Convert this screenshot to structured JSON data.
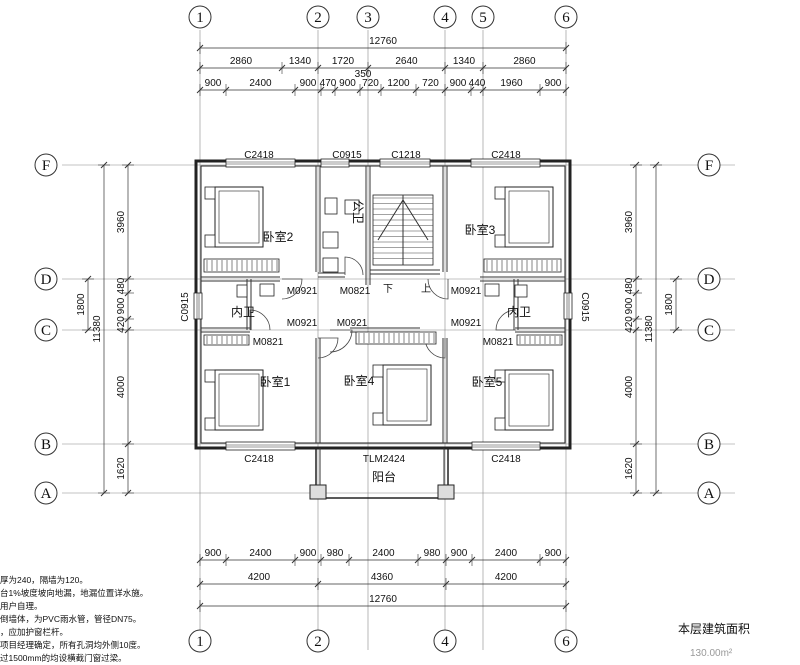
{
  "axes": {
    "vertical": [
      "1",
      "2",
      "3",
      "4",
      "5",
      "6"
    ],
    "vertical_bottom": [
      "1",
      "2",
      "4",
      "6"
    ],
    "horizontal": [
      "F",
      "D",
      "C",
      "B",
      "A"
    ]
  },
  "top_dims": {
    "total": "12760",
    "row1": [
      "2860",
      "1340",
      "1720",
      "2640",
      "1340",
      "2860"
    ],
    "extra": "350",
    "row2": [
      "900",
      "2400",
      "900",
      "470",
      "900",
      "720",
      "1200",
      "720",
      "900",
      "440",
      "1960",
      "900"
    ]
  },
  "bottom_dims": {
    "row1": [
      "900",
      "2400",
      "900",
      "980",
      "2400",
      "980",
      "900",
      "2400",
      "900"
    ],
    "row2": [
      "4200",
      "4360",
      "4200"
    ],
    "total": "12760"
  },
  "side_dims": {
    "left_total": "11380",
    "right_total": "11380",
    "left": [
      "3960",
      "480",
      "900",
      "420",
      "1800",
      "4000",
      "1620"
    ],
    "right": [
      "3960",
      "480",
      "900",
      "420",
      "1800",
      "4000",
      "1620"
    ]
  },
  "windows": {
    "top": [
      "C2418",
      "C0915",
      "C1218",
      "C2418"
    ],
    "bottom": [
      "C2418",
      "TLM2424",
      "C2418"
    ],
    "left": "C0915",
    "right": "C0915"
  },
  "doors": [
    "M0921",
    "M0821",
    "M0921",
    "M0921",
    "M0921",
    "M0921",
    "M0821",
    "M0921",
    "M0821"
  ],
  "rooms": {
    "bed2": "卧室2",
    "bed3": "卧室3",
    "bed1": "卧室1",
    "bed4": "卧室4",
    "bed5": "卧室5",
    "public_wc": "公卫",
    "inner_wc_left": "内卫",
    "inner_wc_right": "内卫",
    "balcony": "阳台",
    "stair_down": "下",
    "stair_up": "上"
  },
  "notes": [
    "厚为240，隔墙为120。",
    "台1%坡度坡向地漏，地漏位置详水施。",
    "用户自理。",
    "倒墙体，为PVC雨水管，管径DN75。",
    "，应加护窗栏杆。",
    "项目经理确定，所有孔洞均外侧10度。",
    "过1500mm的均设横截门窗过梁。"
  ],
  "area": {
    "label": "本层建筑面积",
    "value": "130.00m²"
  }
}
